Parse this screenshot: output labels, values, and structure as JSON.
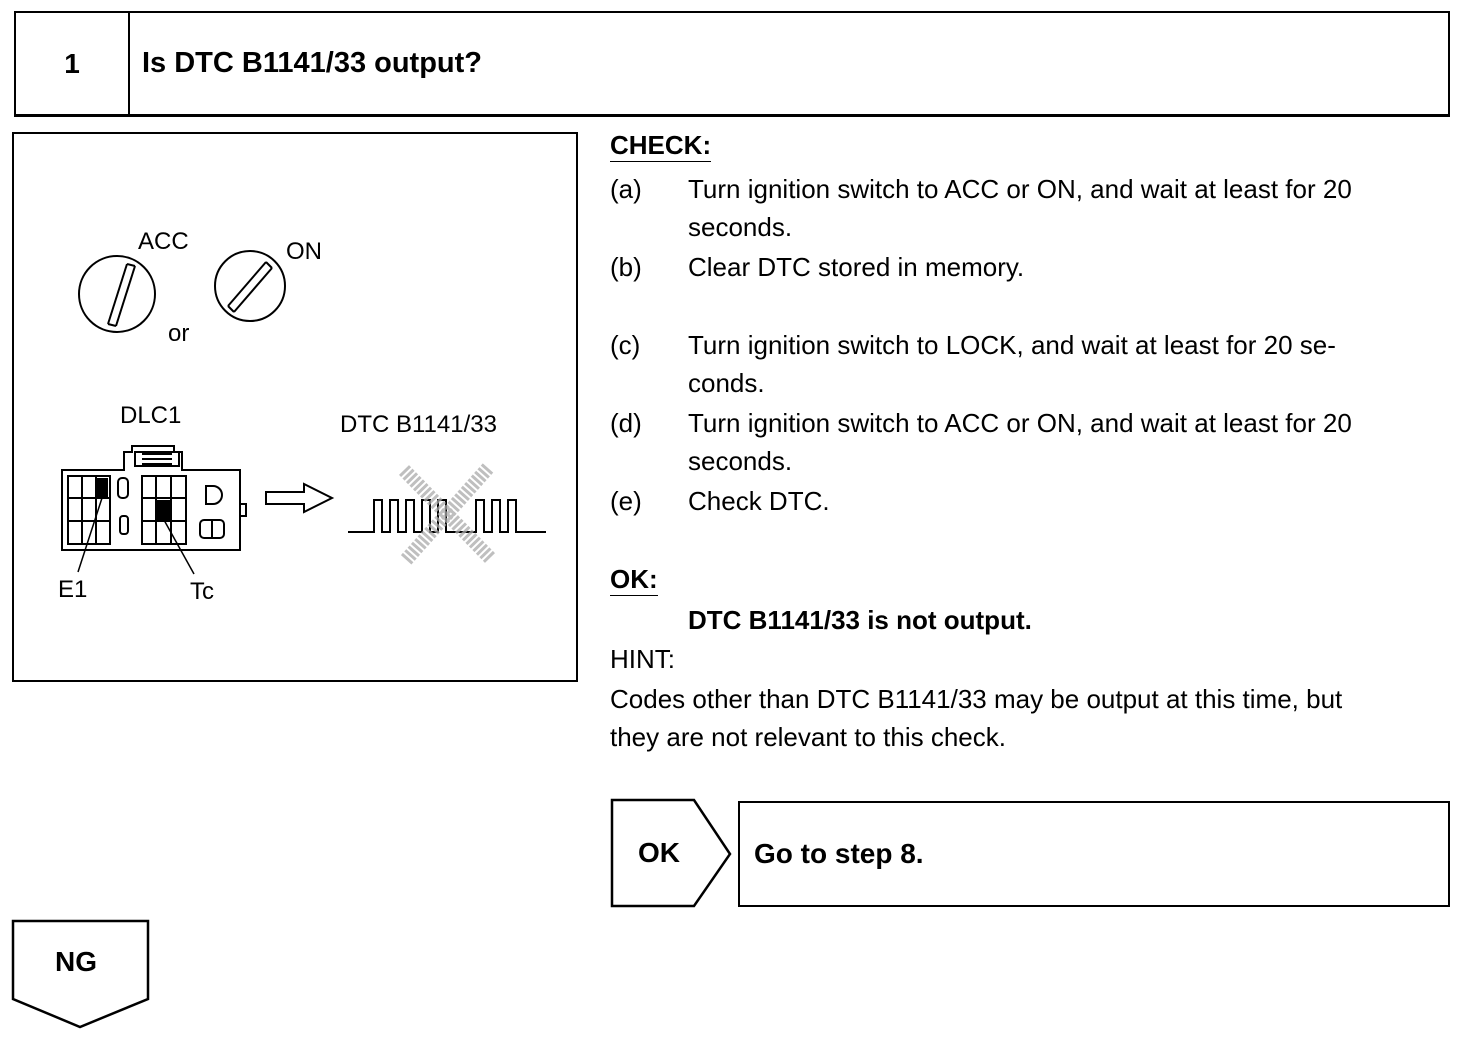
{
  "header": {
    "step_number": "1",
    "question": "Is DTC B1141/33 output?"
  },
  "illustration": {
    "acc_label": "ACC",
    "on_label": "ON",
    "or_label": "or",
    "dlc_label": "DLC1",
    "dtc_label": "DTC B1141/33",
    "e1_label": "E1",
    "tc_label": "Tc"
  },
  "check": {
    "heading": "CHECK:",
    "steps": [
      {
        "letter": "(a)",
        "lines": [
          "Turn ignition switch to ACC or ON, and wait at least for 20",
          "seconds."
        ]
      },
      {
        "letter": "(b)",
        "lines": [
          "Clear DTC stored in memory."
        ]
      },
      {
        "letter": "(c)",
        "lines": [
          "Turn ignition switch to LOCK, and wait at least for 20 se-",
          "conds."
        ]
      },
      {
        "letter": "(d)",
        "lines": [
          "Turn ignition switch to ACC or ON, and wait at least for 20",
          "seconds."
        ]
      },
      {
        "letter": "(e)",
        "lines": [
          "Check DTC."
        ]
      }
    ]
  },
  "ok_section": {
    "heading": "OK:",
    "condition": "DTC B1141/33 is not output.",
    "hint_label": "HINT:",
    "hint_lines": [
      "Codes other than DTC B1141/33 may be output at this time, but",
      "they are not relevant to this check."
    ]
  },
  "results": {
    "ok_label": "OK",
    "ok_action": "Go to step 8.",
    "ng_label": "NG"
  }
}
